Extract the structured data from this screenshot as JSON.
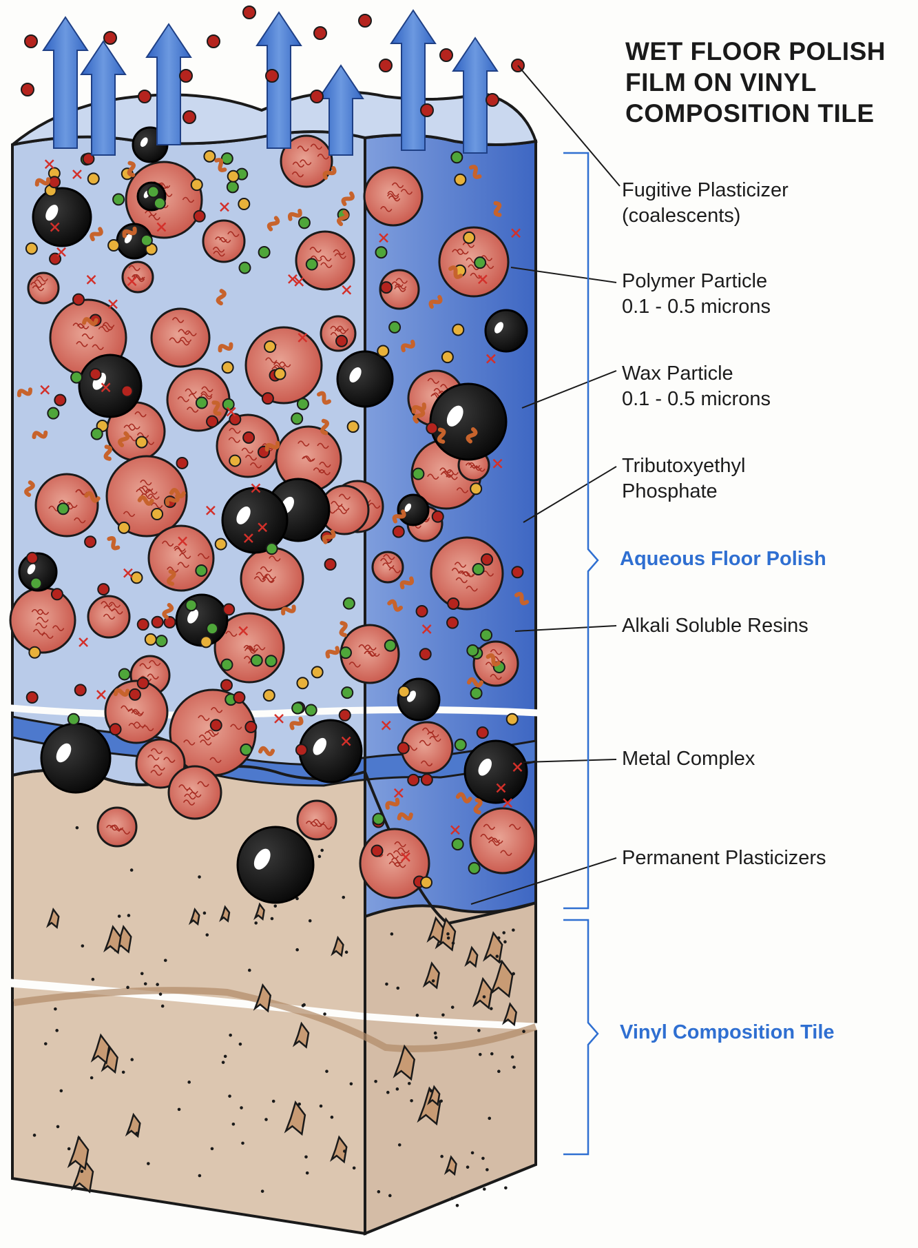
{
  "title": {
    "line1": "WET FLOOR POLISH",
    "line2": "FILM ON VINYL",
    "line3": "COMPOSITION TILE"
  },
  "labels": {
    "fugitive": {
      "line1": "Fugitive Plasticizer",
      "line2": "(coalescents)"
    },
    "polymer": {
      "line1": "Polymer Particle",
      "line2": "0.1 - 0.5 microns"
    },
    "wax": {
      "line1": "Wax Particle",
      "line2": "0.1 - 0.5 microns"
    },
    "tributoxy": {
      "line1": "Tributoxyethyl",
      "line2": "Phosphate"
    },
    "alkali": "Alkali Soluble Resins",
    "metal": "Metal Complex",
    "permanent": "Permanent Plasticizers"
  },
  "brackets": {
    "aqueous": "Aqueous Floor Polish",
    "vinyl": "Vinyl Composition Tile"
  },
  "colors": {
    "polish_light": "#b8c9e8",
    "polish_dark": "#4f79cb",
    "tile": "#d9c2ad",
    "polymer": "#d9705e",
    "wax": "#151515",
    "bracket": "#2f6fd1"
  }
}
